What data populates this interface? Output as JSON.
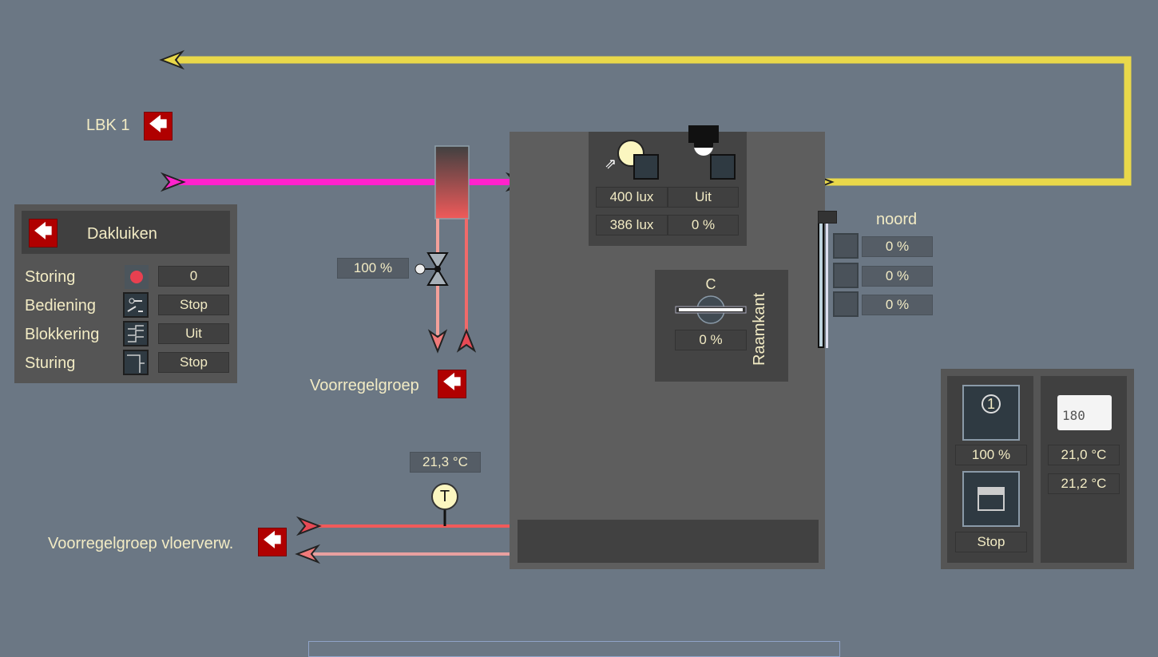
{
  "links": {
    "lbk": "LBK 1",
    "voorregelgroep": "Voorregelgroep",
    "voorregelgroep_vloer": "Voorregelgroep vloerverw."
  },
  "dakluiken": {
    "title": "Dakluiken",
    "rows": [
      {
        "label": "Storing",
        "value": "0",
        "icon": "alarm-dot-icon"
      },
      {
        "label": "Bediening",
        "value": "Stop",
        "icon": "switch-icon"
      },
      {
        "label": "Blokkering",
        "value": "Uit",
        "icon": "blocking-steps-icon"
      },
      {
        "label": "Sturing",
        "value": "Stop",
        "icon": "control-signal-icon"
      }
    ]
  },
  "valve": {
    "position": "100 %"
  },
  "floor_temp": "21,3 °C",
  "lighting": {
    "setpoint_lux": "400 lux",
    "presence": "Uit",
    "measured_lux": "386 lux",
    "level": "0 %"
  },
  "raamkant": {
    "title": "Raamkant",
    "letter": "C",
    "value": "0 %"
  },
  "noord": {
    "title": "noord",
    "values": [
      "0 %",
      "0 %",
      "0 %"
    ]
  },
  "room": {
    "fan_value": "100 %",
    "fan_level": "1",
    "unit_status": "Stop",
    "thermostat_display": "180",
    "temp_setpoint": "21,0 °C",
    "temp_measured": "21,2 °C"
  },
  "colors": {
    "supply_air": "#f0e040",
    "return_air": "#ff22cc",
    "water_hot": "#f05a5a",
    "alarm": "#e84050",
    "link_button": "#b00000"
  }
}
